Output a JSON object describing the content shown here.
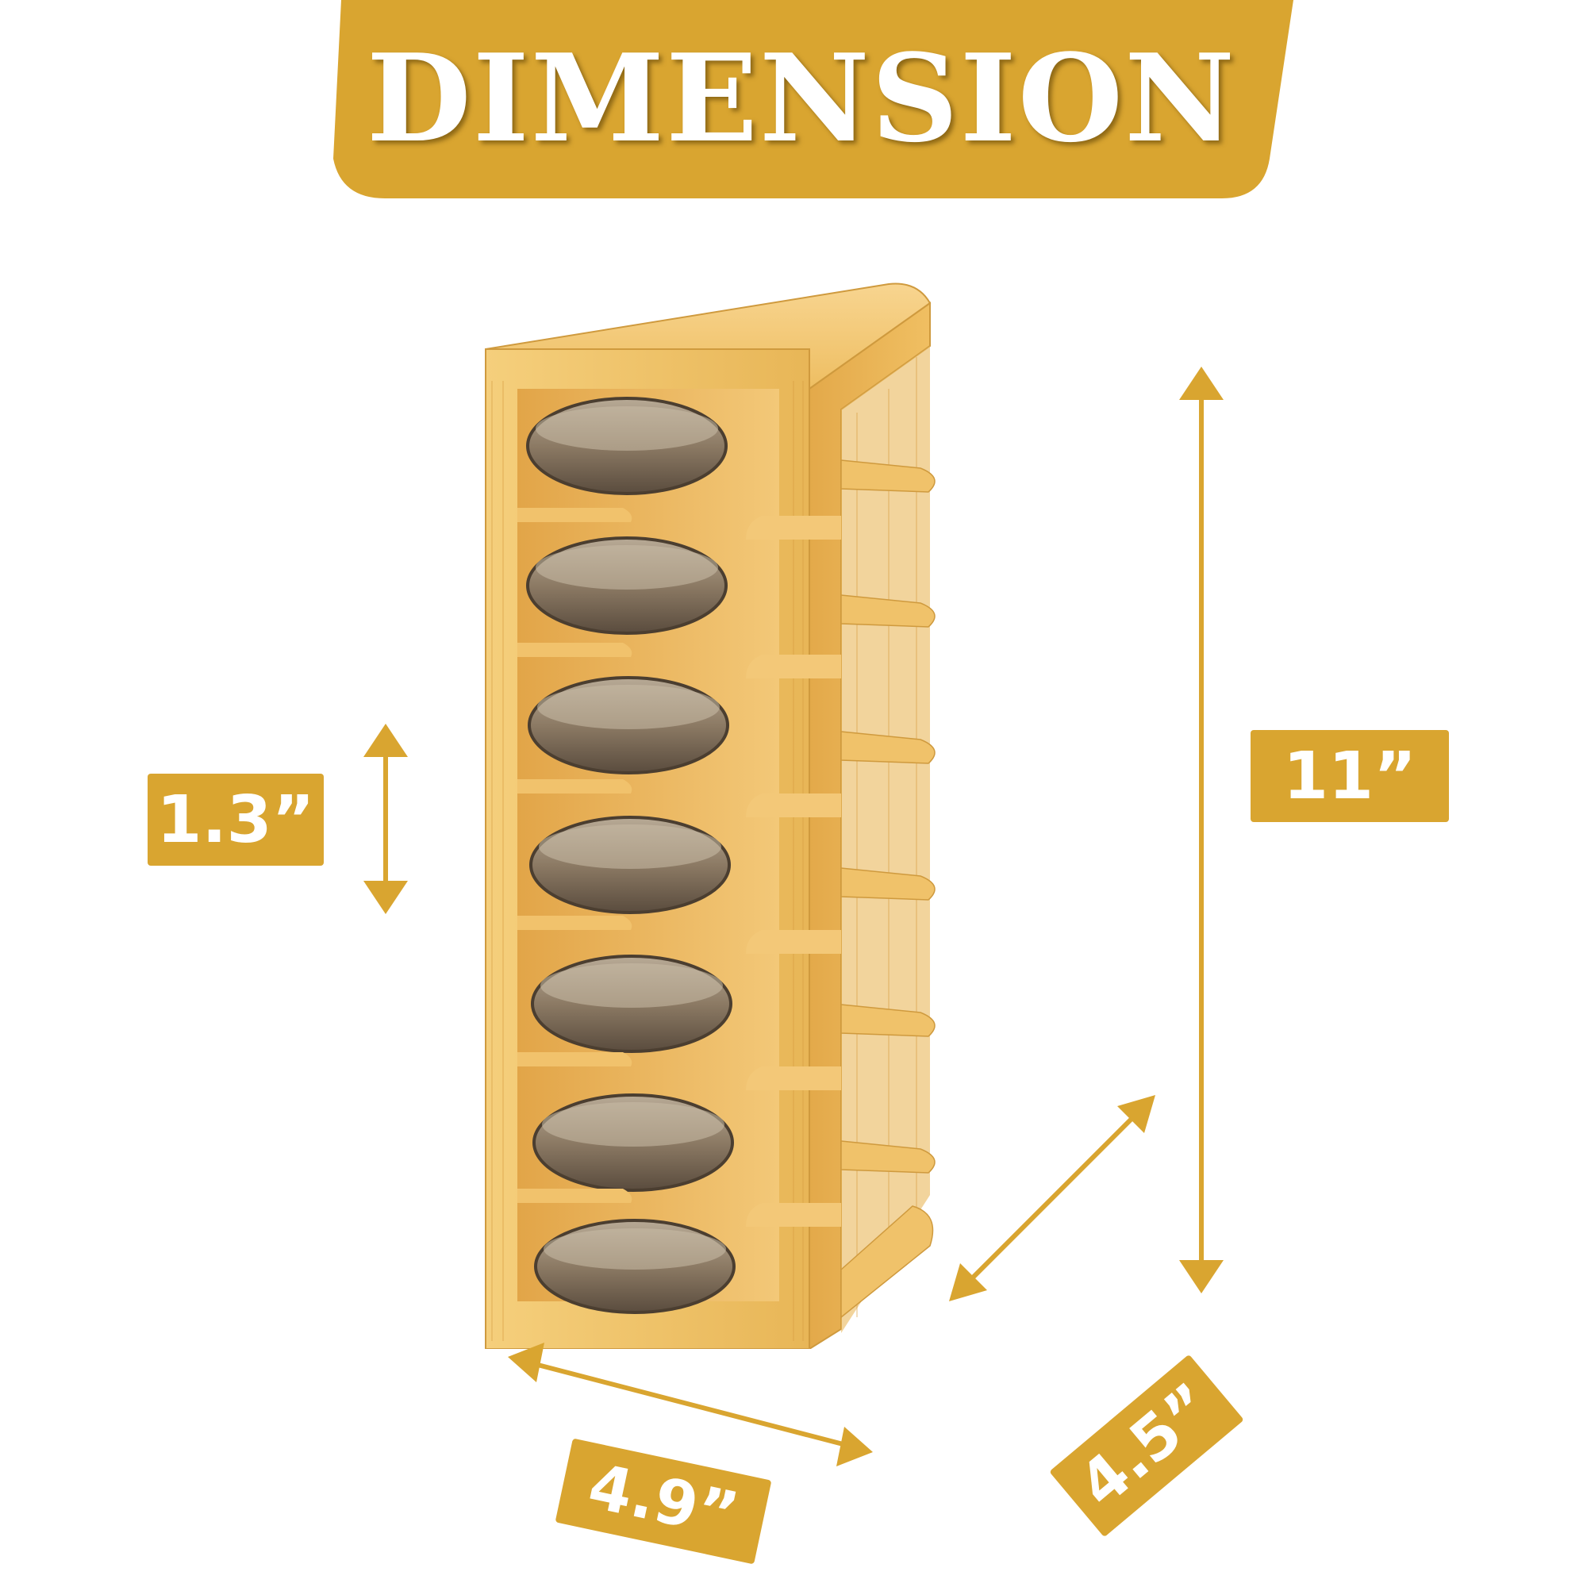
{
  "banner": {
    "title": "DIMENSION",
    "color": "#d9a530"
  },
  "product": {
    "name_icon": "bamboo-rack-illustration",
    "shelf_count": 7
  },
  "dimensions": {
    "slot_height": "1.3”",
    "total_height": "11”",
    "width": "4.9”",
    "depth": "4.5”"
  },
  "colors": {
    "accent": "#d9a530",
    "wood_light": "#f2c46a",
    "wood_dark": "#d39b3a",
    "glass": "#8a7a68"
  }
}
